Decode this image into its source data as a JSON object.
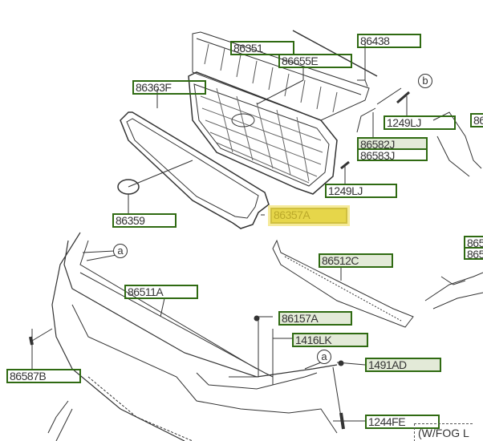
{
  "labels": {
    "p86351": "86351",
    "p86655E": "86655E",
    "p86438": "86438",
    "p86363F": "86363F",
    "p1249LJ_top": "1249LJ",
    "p86_cut": "86",
    "p86582J": "86582J",
    "p86583J": "86583J",
    "p1249LJ": "1249LJ",
    "p86359": "86359",
    "p86357A": "86357A",
    "p86512C": "86512C",
    "p86511A": "86511A",
    "p86157A": "86157A",
    "p1416LK": "1416LK",
    "p1491AD": "1491AD",
    "p86587B": "86587B",
    "p1244FE": "1244FE",
    "p865_cut1": "865",
    "p865_cut2": "865"
  },
  "callouts": {
    "a1": "a",
    "a2": "a",
    "b": "b"
  },
  "note": "(W/FOG L",
  "colors": {
    "label_border": "#2f6a12",
    "label_fill": "#e3ead8",
    "highlight": "#e6d64a"
  }
}
